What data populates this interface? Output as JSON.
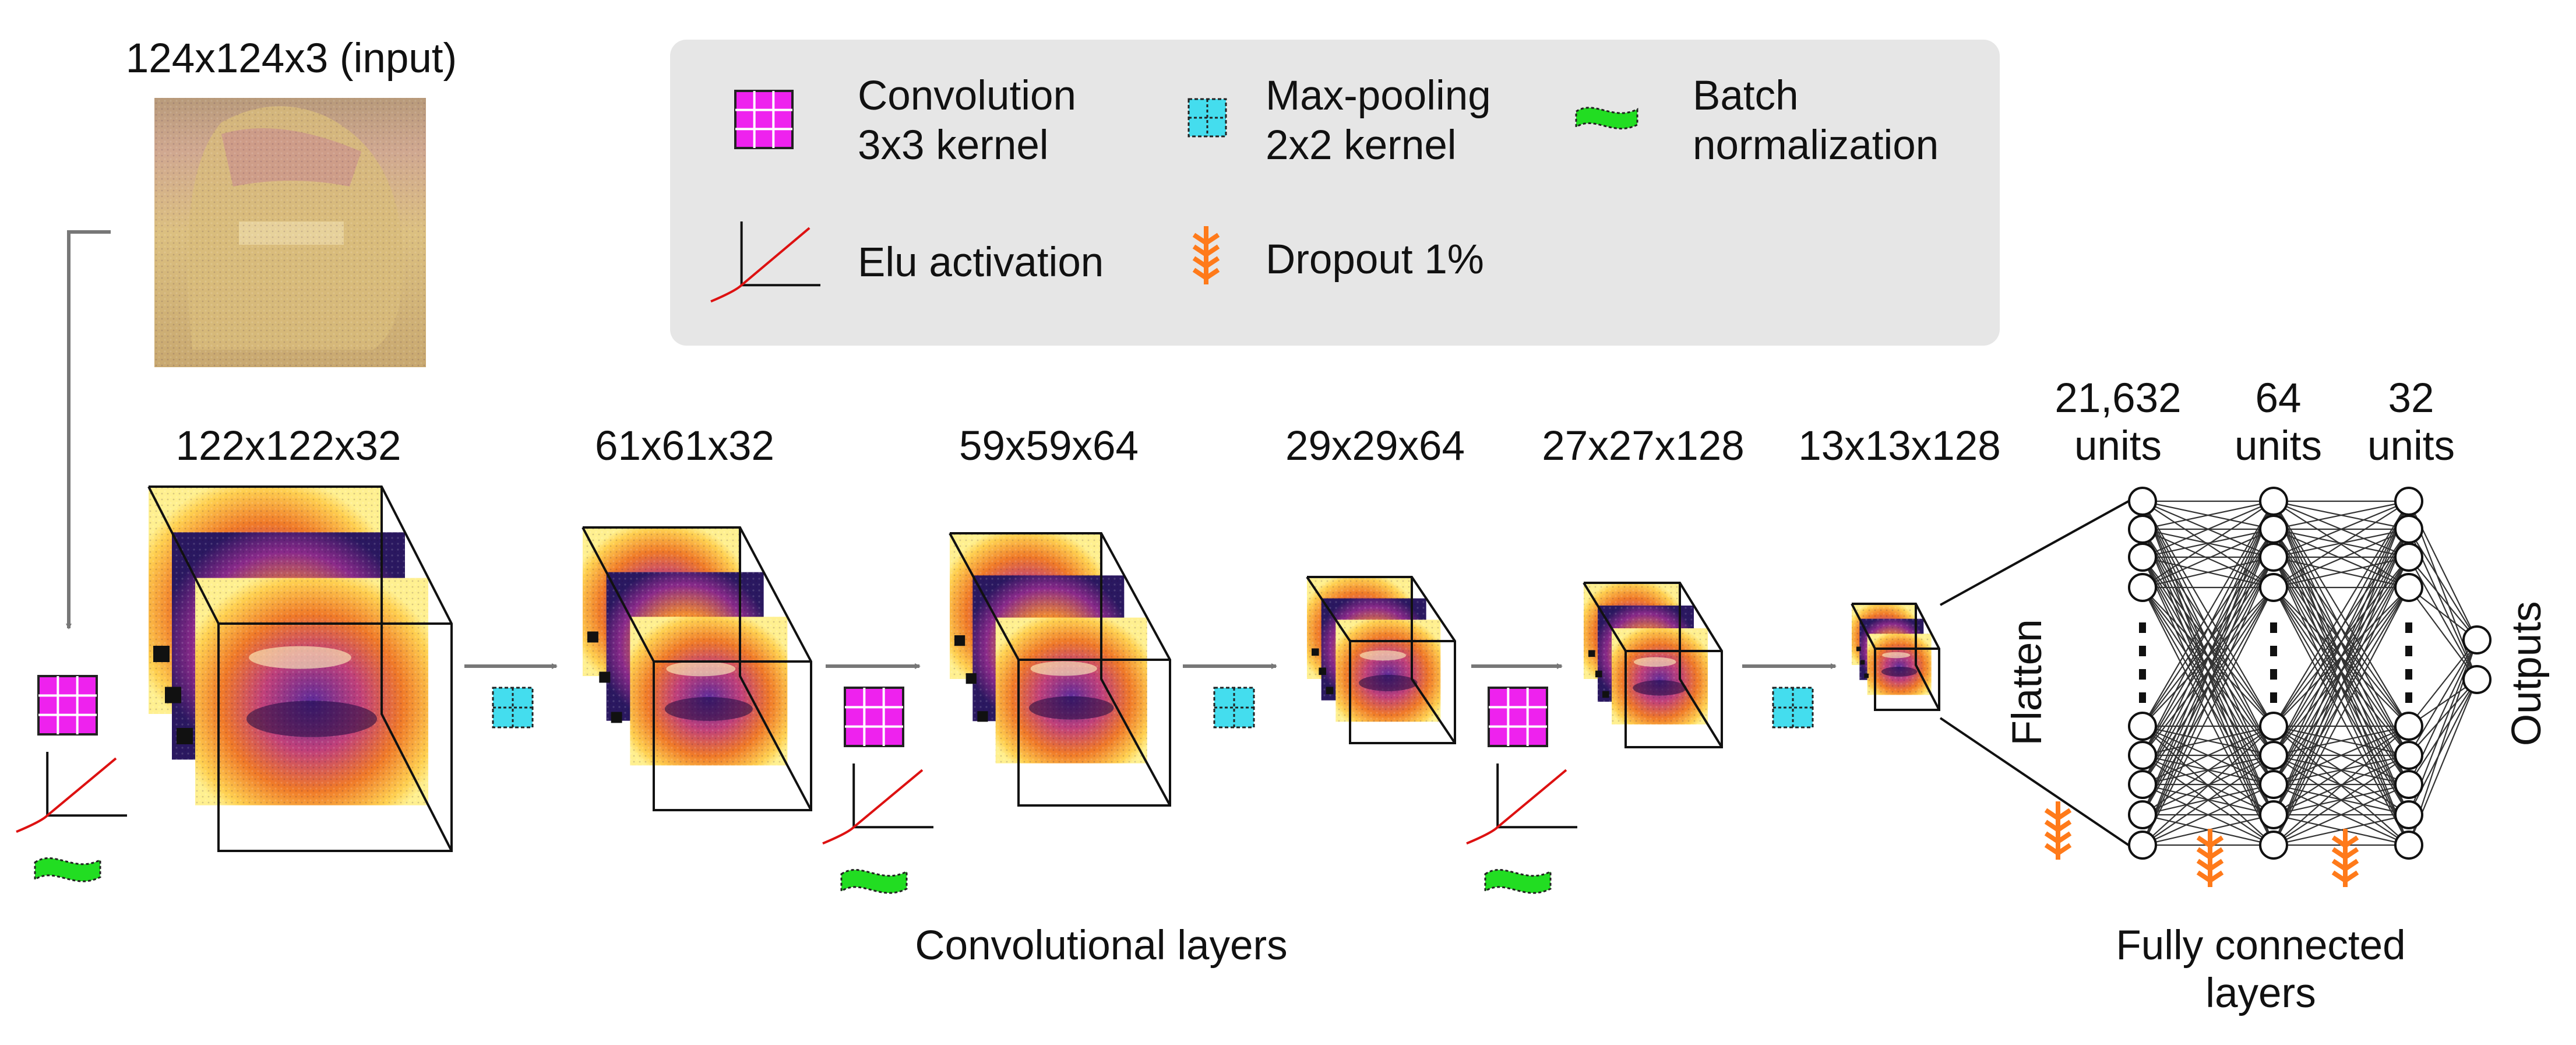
{
  "input_label": "124x124x3 (input)",
  "legend": {
    "convolution": [
      "Convolution",
      "3x3 kernel"
    ],
    "maxpool": [
      "Max-pooling",
      "2x2 kernel"
    ],
    "batchnorm": [
      "Batch",
      "normalization"
    ],
    "elu": "Elu activation",
    "dropout": "Dropout 1%"
  },
  "layers": [
    {
      "label": "122x122x32"
    },
    {
      "label": "61x61x32"
    },
    {
      "label": "59x59x64"
    },
    {
      "label": "29x29x64"
    },
    {
      "label": "27x27x128"
    },
    {
      "label": "13x13x128"
    }
  ],
  "dense": [
    {
      "count": "21,632",
      "unit": "units"
    },
    {
      "count": "64",
      "unit": "units"
    },
    {
      "count": "32",
      "unit": "units"
    }
  ],
  "flatten_label": "Flatten",
  "outputs_label": "Outputs",
  "conv_section_label": "Convolutional layers",
  "fc_section_label": [
    "Fully connected",
    "layers"
  ],
  "colors": {
    "conv_icon": "#ee22ee",
    "pool_icon": "#44ddee",
    "batchnorm_icon": "#22dd22",
    "dropout_icon": "#ff7a1a",
    "elu_curve": "#dd1111",
    "legend_bg": "#e6e6e6",
    "arrow": "#777777",
    "heat_dark": "#3a1a7a",
    "heat_mid": "#e0602a",
    "heat_bright": "#ffe870"
  }
}
